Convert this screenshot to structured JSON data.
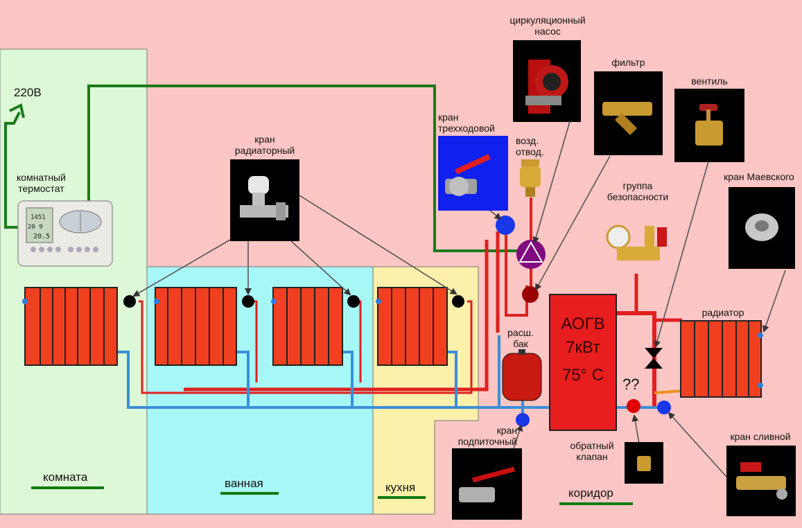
{
  "rooms": {
    "room": "комната",
    "bath": "ванная",
    "kitchen": "кухня",
    "corridor": "коридор"
  },
  "labels": {
    "voltage": "220В",
    "thermostat": [
      "комнатный",
      "термостат"
    ],
    "radiator_valve": [
      "кран",
      "радиаторный"
    ],
    "three_way_valve": [
      "кран",
      "трехходовой"
    ],
    "air_vent": [
      "возд.",
      "отвод."
    ],
    "pump": [
      "циркуляционный",
      "насос"
    ],
    "filter": "фильтр",
    "gate_valve": "вентиль",
    "mayevsky_valve": "кран Маевского",
    "safety_group": [
      "группа",
      "безопасности"
    ],
    "radiator": "радиатор",
    "expansion_tank": [
      "расш.",
      "бак"
    ],
    "fill_valve": [
      "кран",
      "подпиточный"
    ],
    "check_valve": [
      "обратный",
      "клапан"
    ],
    "drain_valve": "кран сливной",
    "unknown": "??"
  },
  "boiler": {
    "name": "АОГВ",
    "power": "7кВт",
    "temp": "75° С"
  },
  "thermostat_display": {
    "line1": "1451",
    "line2": "20 9",
    "line3": "20.5"
  },
  "colors": {
    "page_bg": "#fbc6c4",
    "zone_room": "#ddf8d6",
    "zone_bath": "#a8f7f7",
    "zone_kitchen": "#fcf0ab",
    "supply_pipe": "#e02020",
    "return_pipe": "#3a8ed8",
    "control_wire": "#1a7a1a",
    "radiator": "#f04020",
    "boiler": "#e81e1e",
    "valve_blue": "#1838e8",
    "valve_black": "#000000",
    "valve_darkred": "#9a0000",
    "underline": "#107a10"
  }
}
